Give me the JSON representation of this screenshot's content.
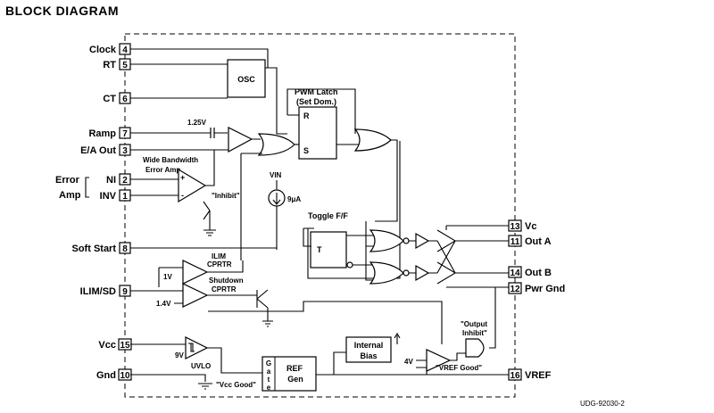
{
  "title": "BLOCK DIAGRAM",
  "pins_left": [
    {
      "name": "Clock",
      "num": "4"
    },
    {
      "name": "RT",
      "num": "5"
    },
    {
      "name": "CT",
      "num": "6"
    },
    {
      "name": "Ramp",
      "num": "7"
    },
    {
      "name": "E/A Out",
      "num": "3"
    },
    {
      "name": "NI",
      "num": "2"
    },
    {
      "name": "INV",
      "num": "1"
    },
    {
      "name": "Soft Start",
      "num": "8"
    },
    {
      "name": "ILIM/SD",
      "num": "9"
    },
    {
      "name": "Vcc",
      "num": "15"
    },
    {
      "name": "Gnd",
      "num": "10"
    }
  ],
  "pins_right": [
    {
      "name": "Vc",
      "num": "13"
    },
    {
      "name": "Out A",
      "num": "11"
    },
    {
      "name": "Out B",
      "num": "14"
    },
    {
      "name": "Pwr Gnd",
      "num": "12"
    },
    {
      "name": "VREF",
      "num": "16"
    }
  ],
  "error_amp_group": {
    "line1": "Error",
    "line2": "Amp"
  },
  "blocks": {
    "osc": "OSC",
    "pwm_latch_title1": "PWM Latch",
    "pwm_latch_title2": "(Set Dom.)",
    "pwm_latch_r": "R",
    "pwm_latch_s": "S",
    "toggle_title": "Toggle F/F",
    "toggle_t": "T",
    "internal_bias1": "Internal",
    "internal_bias2": "Bias",
    "gate_letters": [
      "G",
      "a",
      "t",
      "e"
    ],
    "ref_gen1": "REF",
    "ref_gen2": "Gen"
  },
  "labels": {
    "v125": "1.25V",
    "wide_bw1": "Wide Bandwidth",
    "wide_bw2": "Error Amp",
    "inhibit": "\"Inhibit\"",
    "vin": "VIN",
    "current": "9μA",
    "ilim_cprtr1": "ILIM",
    "ilim_cprtr2": "CPRTR",
    "v1": "1V",
    "shutdown1": "Shutdown",
    "shutdown2": "CPRTR",
    "v14": "1.4V",
    "output_inhibit1": "\"Output",
    "output_inhibit2": "Inhibit\"",
    "v9": "9V",
    "uvlo": "UVLO",
    "vcc_good": "\"Vcc Good\"",
    "v4": "4V",
    "vref_good": "\"VREF Good\"",
    "plus": "+",
    "minus": "-",
    "part_code": "UDG-92030-2"
  }
}
